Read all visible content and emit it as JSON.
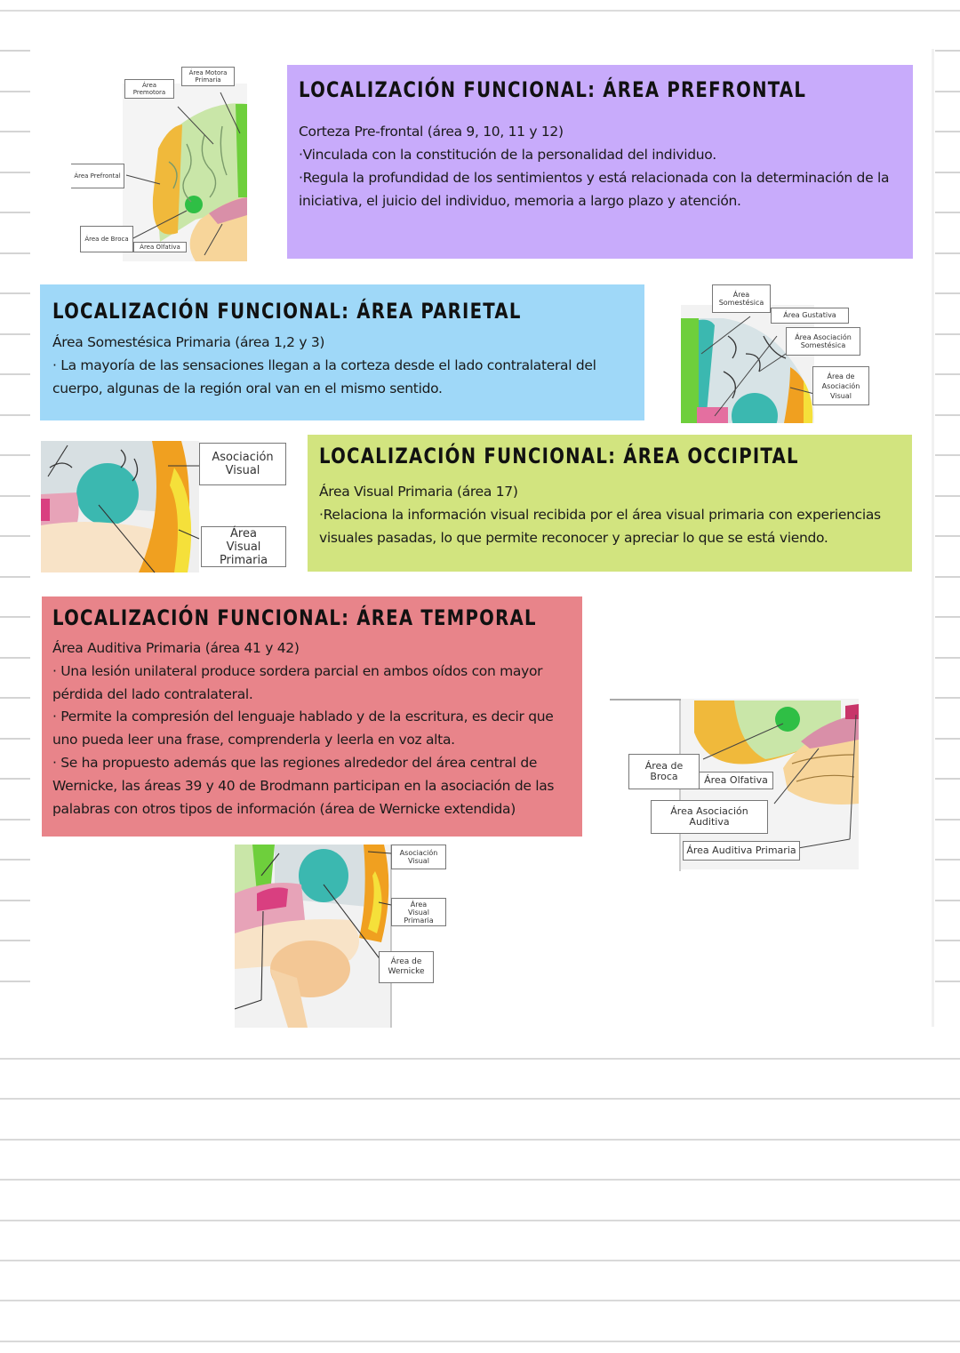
{
  "sections": {
    "prefrontal": {
      "title": "LOCALIZACIÓN FUNCIONAL: ÁREA PREFRONTAL",
      "subtitle": "Corteza Pre-frontal (área 9, 10, 11 y 12)",
      "bullets": [
        "·Vinculada con la constitución de la personalidad del individuo.",
        "·Regula la profundidad de los sentimientos y está relacionada con la determinación de la iniciativa, el juicio del individuo, memoria a largo plazo y atención."
      ],
      "color": "#c8abfb"
    },
    "parietal": {
      "title": "LOCALIZACIÓN FUNCIONAL: ÁREA PARIETAL",
      "subtitle": "Área Somestésica Primaria (área 1,2 y 3)",
      "bullets": [
        "· La mayoría de las sensaciones llegan a la corteza desde el lado contralateral del cuerpo, algunas de la región oral van en el mismo sentido."
      ],
      "color": "#9fd8f8"
    },
    "occipital": {
      "title": "LOCALIZACIÓN FUNCIONAL: ÁREA OCCIPITAL",
      "subtitle": "Área Visual Primaria (área 17)",
      "bullets": [
        "·Relaciona la información visual recibida por el área visual primaria con experiencias visuales pasadas, lo que permite reconocer y apreciar lo que se está viendo."
      ],
      "color": "#d2e47f"
    },
    "temporal": {
      "title": "LOCALIZACIÓN FUNCIONAL: ÁREA TEMPORAL",
      "subtitle": "Área Auditiva Primaria (área 41 y 42)",
      "bullets": [
        "· Una lesión unilateral produce sordera parcial en ambos oídos con mayor pérdida del lado contralateral.",
        "· Permite la compresión del lenguaje hablado y de la escritura, es decir que uno pueda leer una frase, comprenderla y leerla en voz alta.",
        "· Se ha propuesto además que las regiones alrededor del área central de Wernicke, las áreas 39 y 40 de Brodmann participan en la asociación de las palabras con otros tipos de información (área de Wernicke extendida)"
      ],
      "color": "#e8848a"
    }
  },
  "figures": {
    "frontal": {
      "labels": [
        "Área Motora Primaria",
        "Área Premotora",
        "Área Prefrontal",
        "Área de Broca",
        "Área Olfativa"
      ]
    },
    "parietal": {
      "labels": [
        "Área Somestésica",
        "Área Gustativa",
        "Área Asociación Somestésica",
        "Área de Asociación Visual"
      ]
    },
    "occipital": {
      "labels": [
        "Asociación Visual",
        "Área Visual Primaria"
      ]
    },
    "temporal_right": {
      "labels": [
        "Área de Broca",
        "Área Olfativa",
        "Área Asociación Auditiva",
        "Área Auditiva Primaria"
      ]
    },
    "temporal_bottom": {
      "labels": [
        "Asociación Visual",
        "Área Visual Primaria",
        "Área de Wernicke"
      ]
    }
  }
}
